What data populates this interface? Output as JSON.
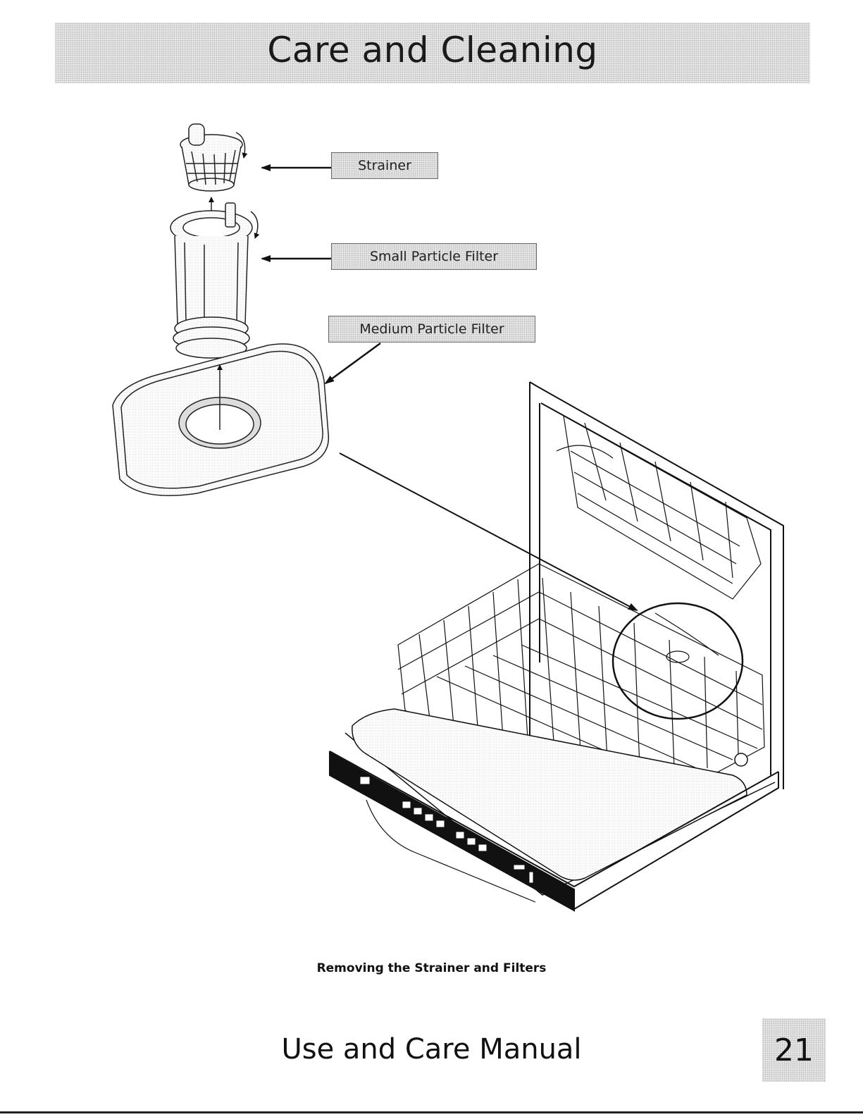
{
  "header": {
    "title": "Care and Cleaning"
  },
  "callouts": {
    "strainer": "Strainer",
    "small_filter": "Small Particle Filter",
    "medium_filter": "Medium Particle Filter"
  },
  "figure": {
    "caption": "Removing the Strainer and Filters"
  },
  "footer": {
    "manual_title": "Use and Care Manual",
    "page_number": "21"
  }
}
